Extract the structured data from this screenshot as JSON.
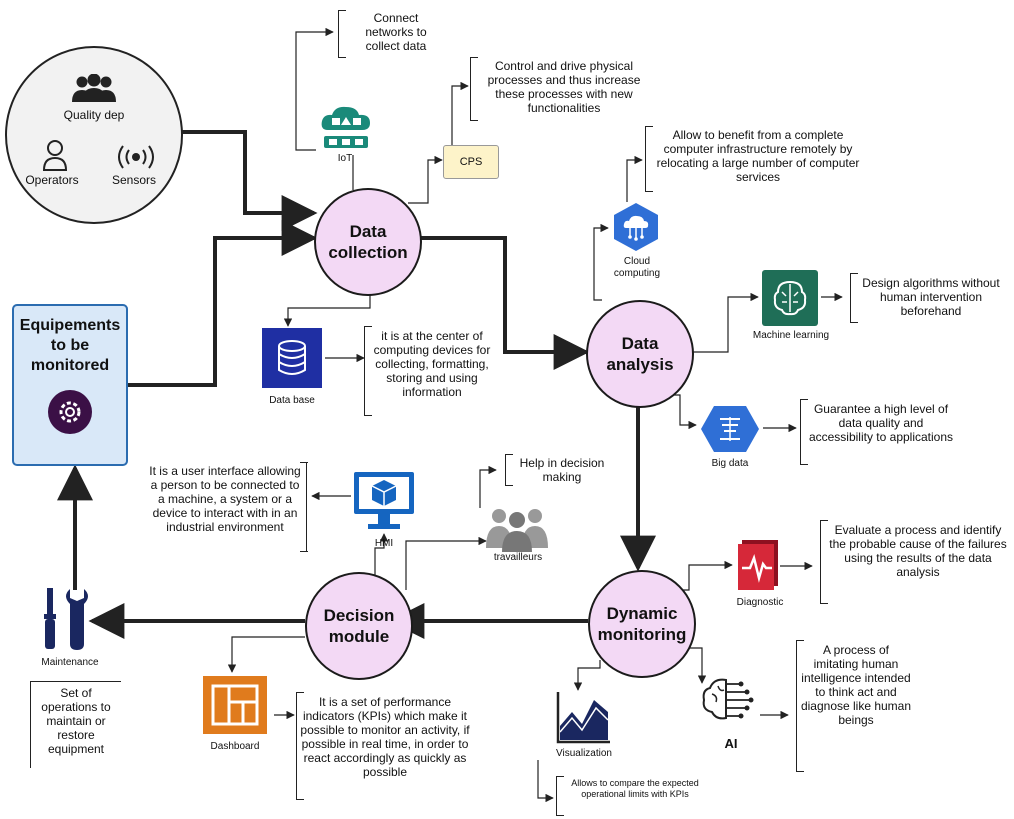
{
  "nodes": {
    "data_collection": "Data collection",
    "data_analysis": "Data analysis",
    "dynamic_monitoring": "Dynamic monitoring",
    "decision_module": "Decision module",
    "equipements": "Equipements to be monitored",
    "actors": {
      "quality": "Quality dep",
      "operators": "Operators",
      "sensors": "Sensors"
    }
  },
  "icons": {
    "iot": "IoT",
    "cps": "CPS",
    "cloud": "Cloud computing",
    "database": "Data base",
    "ml": "Machine learning",
    "bigdata": "Big data",
    "hmi": "HMI",
    "workers": "travailleurs",
    "diagnostic": "Diagnostic",
    "ai": "AI",
    "visualization": "Visualization",
    "dashboard": "Dashboard",
    "maintenance": "Maintenance"
  },
  "notes": {
    "iot": "Connect networks to collect data",
    "cps": "Control and drive physical processes and thus increase these processes with new functionalities",
    "cloud": "Allow to benefit from a complete computer infrastructure remotely by relocating a large number of computer services",
    "database": "it is at the center of computing devices for collecting, formatting, storing and using information",
    "ml": "Design algorithms without human intervention beforehand",
    "bigdata": "Guarantee a high level of data quality and accessibility to applications",
    "workers": "Help in decision making",
    "hmi": "It is a user interface allowing a person to be connected to a machine, a system or a device to interact with in an industrial environment",
    "diagnostic": "Evaluate a process and identify the probable cause of the failures using the results of the data analysis",
    "ai": "A process of imitating human intelligence intended to think act and diagnose like human beings",
    "visualization": "Allows to compare the expected operational limits with KPIs",
    "dashboard": "It is a set of performance indicators (KPIs) which make it possible to monitor an activity, if possible in real time, in order to react accordingly as quickly as possible",
    "maintenance": "Set of operations to maintain or restore equipment"
  },
  "colors": {
    "circle_fill": "#f3d9f5",
    "iot_teal": "#1a8a7a",
    "cloud_blue": "#2f6fd6",
    "db_navy": "#1f2fa3",
    "ml_green": "#1f6e57",
    "hmi_blue": "#1565c0",
    "diag_red": "#d62839",
    "dash_orange": "#e07b1d",
    "equip_fill": "#d9e8f8"
  }
}
